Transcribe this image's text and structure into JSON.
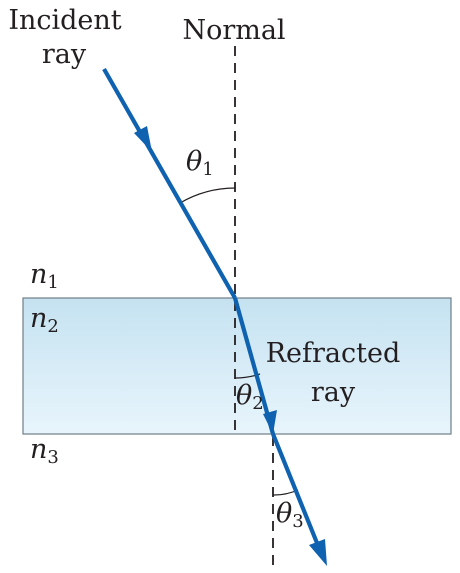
{
  "labels": {
    "incident_line1": "Incident",
    "incident_line2": "ray",
    "normal": "Normal",
    "refracted_line1": "Refracted",
    "refracted_line2": "ray"
  },
  "media": [
    {
      "symbol": "n",
      "subscript": "1"
    },
    {
      "symbol": "n",
      "subscript": "2"
    },
    {
      "symbol": "n",
      "subscript": "3"
    }
  ],
  "angles": [
    {
      "symbol": "θ",
      "subscript": "1"
    },
    {
      "symbol": "θ",
      "subscript": "2"
    },
    {
      "symbol": "θ",
      "subscript": "3"
    }
  ],
  "colors": {
    "ray": "#0f62b0",
    "slab_top": "#c5e2f1",
    "slab_bottom": "#e8f5fc",
    "slab_border": "#6f7e86",
    "normal_line": "#231f20",
    "text": "#231f20"
  }
}
